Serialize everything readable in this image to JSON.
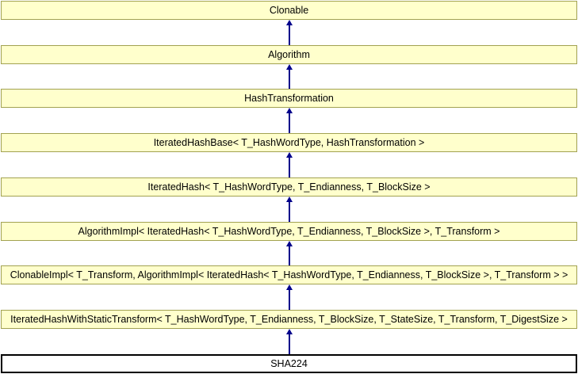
{
  "diagram": {
    "kind": "class-inheritance-diagram",
    "current_class": "SHA224",
    "colors": {
      "node_fill": "#FFFFCC",
      "node_border": "#A2A251",
      "current_fill": "#FFFFFF",
      "current_border": "#000000",
      "arrow": "#00008B",
      "text": "#000000"
    },
    "nodes": [
      {
        "label": "Clonable",
        "role": "base"
      },
      {
        "label": "Algorithm",
        "role": "base"
      },
      {
        "label": "HashTransformation",
        "role": "base"
      },
      {
        "label": "IteratedHashBase< T_HashWordType, HashTransformation >",
        "role": "base"
      },
      {
        "label": "IteratedHash< T_HashWordType, T_Endianness, T_BlockSize >",
        "role": "base"
      },
      {
        "label": "AlgorithmImpl< IteratedHash< T_HashWordType, T_Endianness, T_BlockSize >, T_Transform >",
        "role": "base"
      },
      {
        "label": "ClonableImpl< T_Transform, AlgorithmImpl< IteratedHash< T_HashWordType, T_Endianness, T_BlockSize >, T_Transform > >",
        "role": "base"
      },
      {
        "label": "IteratedHashWithStaticTransform< T_HashWordType, T_Endianness, T_BlockSize, T_StateSize, T_Transform, T_DigestSize >",
        "role": "base"
      },
      {
        "label": "SHA224",
        "role": "current"
      }
    ]
  }
}
